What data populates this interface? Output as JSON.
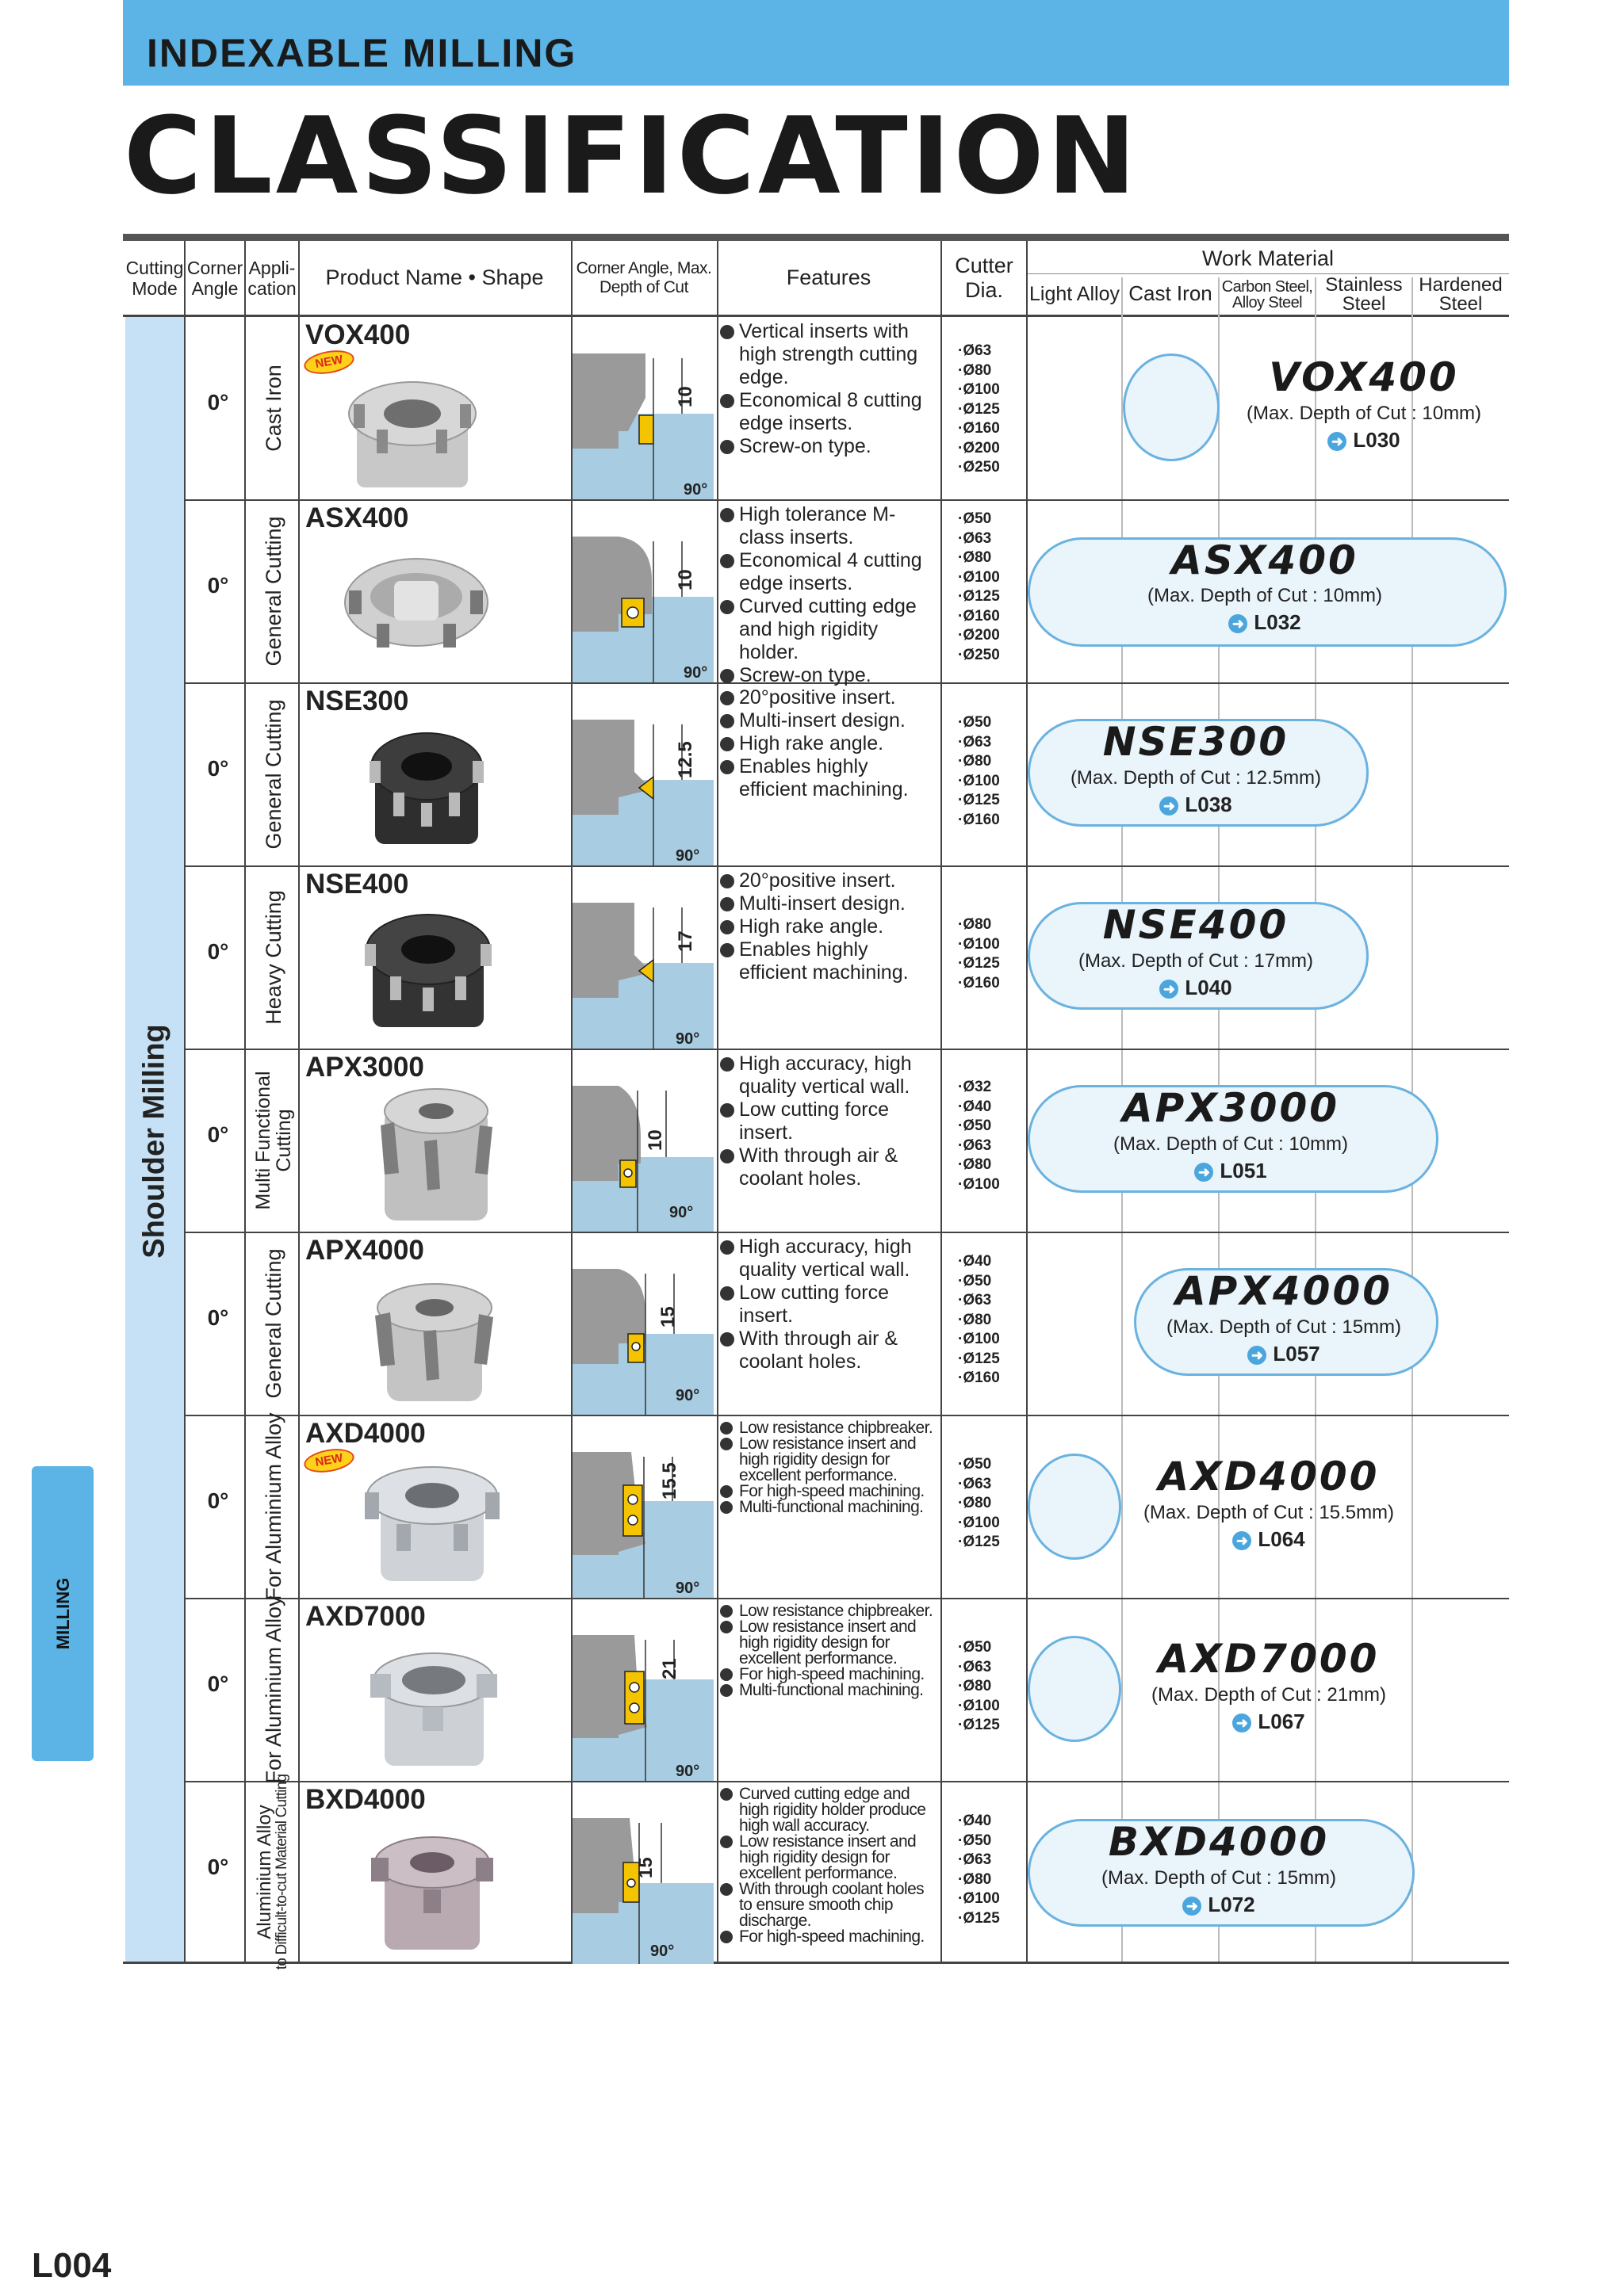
{
  "header": {
    "band_title": "INDEXABLE MILLING",
    "page_title": "CLASSIFICATION"
  },
  "columns": {
    "cutting_mode": "Cutting Mode",
    "corner_angle": "Corner Angle",
    "application": "Appli- cation",
    "product": "Product Name • Shape",
    "corner_depth": "Corner Angle, Max. Depth of Cut",
    "features": "Features",
    "cutter_dia": "Cutter Dia.",
    "work_material": "Work Material",
    "materials": [
      "Light Alloy",
      "Cast Iron",
      "Carbon Steel, Alloy Steel",
      "Stainless Steel",
      "Hardened Steel"
    ]
  },
  "cutting_mode_label": "Shoulder Milling",
  "colors": {
    "band": "#5bb3e6",
    "cell": "#c6e1f5",
    "pill_border": "#6ab2e0",
    "new_badge": "#ffd21a"
  },
  "new_label": "NEW",
  "rows": [
    {
      "angle": "0°",
      "application": "Cast Iron",
      "product": "VOX400",
      "new": true,
      "depth": "10",
      "diag_angle": "90°",
      "features": [
        "Vertical inserts with high strength cutting edge.",
        "Economical 8 cutting edge inserts.",
        "Screw-on type."
      ],
      "dias": [
        "·Ø63",
        "·Ø80",
        "·Ø100",
        "·Ø125",
        "·Ø160",
        "·Ø200",
        "·Ø250"
      ],
      "pill_name": "VOX400",
      "pill_depth": "(Max. Depth of Cut : 10mm)",
      "pill_ref": "L030"
    },
    {
      "angle": "0°",
      "application": "General Cutting",
      "product": "ASX400",
      "new": false,
      "depth": "10",
      "diag_angle": "90°",
      "features": [
        "High tolerance M-class inserts.",
        "Economical 4 cutting edge inserts.",
        "Curved cutting edge and high rigidity holder.",
        "Screw-on type."
      ],
      "dias": [
        "·Ø50",
        "·Ø63",
        "·Ø80",
        "·Ø100",
        "·Ø125",
        "·Ø160",
        "·Ø200",
        "·Ø250"
      ],
      "pill_name": "ASX400",
      "pill_depth": "(Max. Depth of Cut : 10mm)",
      "pill_ref": "L032"
    },
    {
      "angle": "0°",
      "application": "General Cutting",
      "product": "NSE300",
      "new": false,
      "depth": "12.5",
      "diag_angle": "90°",
      "features": [
        "20°positive insert.",
        "Multi-insert design.",
        "High rake angle.",
        "Enables highly efficient machining."
      ],
      "dias": [
        "·Ø50",
        "·Ø63",
        "·Ø80",
        "·Ø100",
        "·Ø125",
        "·Ø160"
      ],
      "pill_name": "NSE300",
      "pill_depth": "(Max. Depth of Cut : 12.5mm)",
      "pill_ref": "L038"
    },
    {
      "angle": "0°",
      "application": "Heavy Cutting",
      "product": "NSE400",
      "new": false,
      "depth": "17",
      "diag_angle": "90°",
      "features": [
        "20°positive insert.",
        "Multi-insert design.",
        "High rake angle.",
        "Enables highly efficient machining."
      ],
      "dias": [
        "·Ø80",
        "·Ø100",
        "·Ø125",
        "·Ø160"
      ],
      "pill_name": "NSE400",
      "pill_depth": "(Max. Depth of Cut : 17mm)",
      "pill_ref": "L040"
    },
    {
      "angle": "0°",
      "application": "Multi Functional Cutting",
      "product": "APX3000",
      "new": false,
      "depth": "10",
      "diag_angle": "90°",
      "features": [
        "High accuracy, high quality vertical wall.",
        "Low cutting force insert.",
        "With through air & coolant holes."
      ],
      "dias": [
        "·Ø32",
        "·Ø40",
        "·Ø50",
        "·Ø63",
        "·Ø80",
        "·Ø100"
      ],
      "pill_name": "APX3000",
      "pill_depth": "(Max. Depth of Cut : 10mm)",
      "pill_ref": "L051"
    },
    {
      "angle": "0°",
      "application": "General Cutting",
      "product": "APX4000",
      "new": false,
      "depth": "15",
      "diag_angle": "90°",
      "features": [
        "High accuracy, high quality vertical wall.",
        "Low cutting force insert.",
        "With through air & coolant holes."
      ],
      "dias": [
        "·Ø40",
        "·Ø50",
        "·Ø63",
        "·Ø80",
        "·Ø100",
        "·Ø125",
        "·Ø160"
      ],
      "pill_name": "APX4000",
      "pill_depth": "(Max. Depth of Cut : 15mm)",
      "pill_ref": "L057"
    },
    {
      "angle": "0°",
      "application": "For Aluminium Alloy",
      "product": "AXD4000",
      "new": true,
      "depth": "15.5",
      "diag_angle": "90°",
      "features": [
        "Low resistance chipbreaker.",
        "Low resistance insert and high rigidity design for excellent performance.",
        "For high-speed machining.",
        "Multi-functional machining."
      ],
      "dias": [
        "·Ø50",
        "·Ø63",
        "·Ø80",
        "·Ø100",
        "·Ø125"
      ],
      "pill_name": "AXD4000",
      "pill_depth": "(Max. Depth of Cut : 15.5mm)",
      "pill_ref": "L064"
    },
    {
      "angle": "0°",
      "application": "For Aluminium Alloy",
      "product": "AXD7000",
      "new": false,
      "depth": "21",
      "diag_angle": "90°",
      "features": [
        "Low resistance chipbreaker.",
        "Low resistance insert and high rigidity design for excellent performance.",
        "For high-speed machining.",
        "Multi-functional machining."
      ],
      "dias": [
        "·Ø50",
        "·Ø63",
        "·Ø80",
        "·Ø100",
        "·Ø125"
      ],
      "pill_name": "AXD7000",
      "pill_depth": "(Max. Depth of Cut : 21mm)",
      "pill_ref": "L067"
    },
    {
      "angle": "0°",
      "application": "Aluminium Alloy to Difficult-to-cut Material Cutting",
      "app_line1": "Aluminium Alloy",
      "app_line2": "to Difficult-to-cut Material Cutting",
      "product": "BXD4000",
      "new": false,
      "depth": "15",
      "diag_angle": "90°",
      "features": [
        "Curved cutting edge and high rigidity holder produce high wall accuracy.",
        "Low resistance insert and high rigidity design for excellent performance.",
        "With through coolant holes to ensure smooth chip discharge.",
        "For high-speed machining."
      ],
      "dias": [
        "·Ø40",
        "·Ø50",
        "·Ø63",
        "·Ø80",
        "·Ø100",
        "·Ø125"
      ],
      "pill_name": "BXD4000",
      "pill_depth": "(Max. Depth of Cut : 15mm)",
      "pill_ref": "L072"
    }
  ],
  "side_tab": "MILLING",
  "page_number": "L004"
}
